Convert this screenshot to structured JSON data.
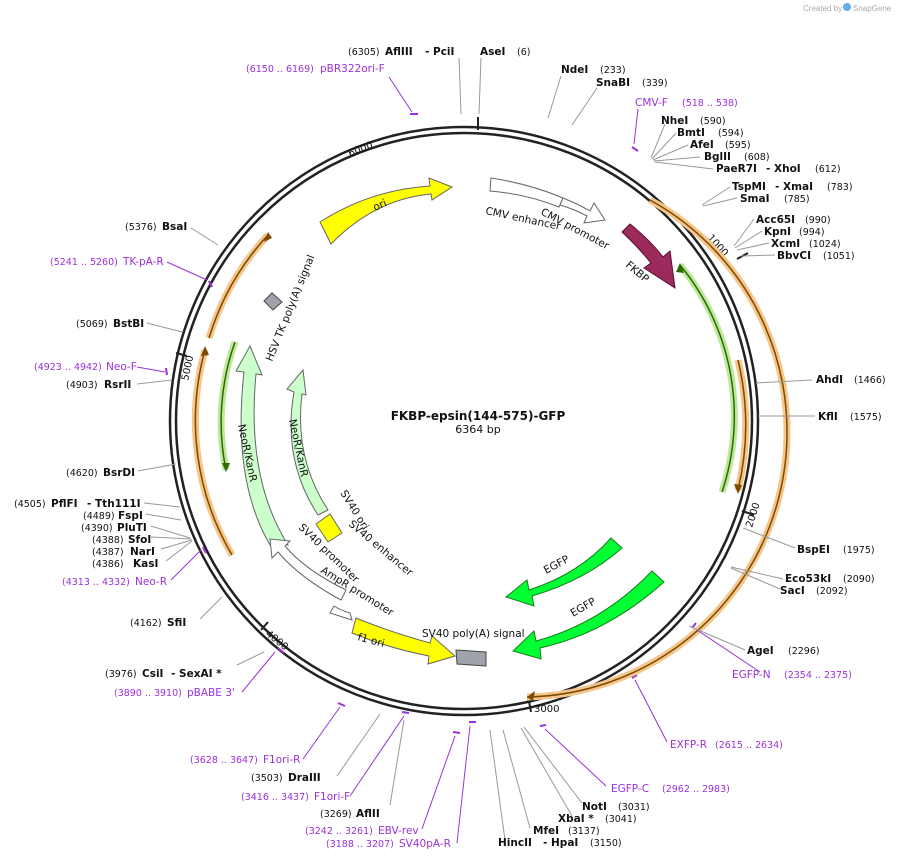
{
  "credit": {
    "prefix": "Created by",
    "brand": "SnapGene"
  },
  "map": {
    "name": "FKBP-epsin(144-575)-GFP",
    "length_label": "6364 bp",
    "total_bp": 6364
  },
  "colors": {
    "primer": "#9b30d9",
    "yellow": "#ffff00",
    "green": "#33ff33",
    "lightgreen": "#ccffcc",
    "maroon": "#9c2a5c",
    "gray": "#a0a4aa",
    "orange": "#f0a030"
  },
  "ticks": [
    "1000",
    "2000",
    "3000",
    "4000",
    "5000",
    "6000"
  ],
  "features": {
    "cmv_enhancer": "CMV enhancer",
    "cmv_promoter": "CMV promoter",
    "fkbp": "FKBP",
    "ori": "ori",
    "hsv": "HSV TK poly(A) signal",
    "neo_outer": "NeoR/KanR",
    "neo_inner": "NeoR/KanR",
    "sv40_ori": "SV40 ori",
    "sv40_enh": "SV40 enhancer",
    "sv40_prom": "SV40 promoter",
    "ampr_prom": "AmpR promoter",
    "f1_ori": "f1 ori",
    "sv40_polya": "SV40 poly(A) signal",
    "egfp_1": "EGFP",
    "egfp_2": "EGFP"
  },
  "sites": {
    "afliii_pos": "(6305)",
    "afliii": "AflIII",
    "pcii": "- PciI",
    "asei": "AseI",
    "asei_pos": "(6)",
    "ndei": "NdeI",
    "ndei_pos": "(233)",
    "snabi": "SnaBI",
    "snabi_pos": "(339)",
    "nhei": "NheI",
    "nhei_pos": "(590)",
    "bmti": "BmtI",
    "bmti_pos": "(594)",
    "afei": "AfeI",
    "afei_pos": "(595)",
    "bglii": "BglII",
    "bglii_pos": "(608)",
    "paer7i": "PaeR7I",
    "xhoi": "- XhoI",
    "paer7i_pos": "(612)",
    "tspmi": "TspMI",
    "xmai": "- XmaI",
    "tspmi_pos": "(783)",
    "smai": "SmaI",
    "smai_pos": "(785)",
    "acc65i": "Acc65I",
    "acc65i_pos": "(990)",
    "kpni": "KpnI",
    "kpni_pos": "(994)",
    "xcmi": "XcmI",
    "xcmi_pos": "(1024)",
    "bbvci": "BbvCI",
    "bbvci_pos": "(1051)",
    "ahdi": "AhdI",
    "ahdi_pos": "(1466)",
    "kfli": "KflI",
    "kfli_pos": "(1575)",
    "bspei": "BspEI",
    "bspei_pos": "(1975)",
    "eco53ki": "Eco53kI",
    "eco53ki_pos": "(2090)",
    "saci": "SacI",
    "saci_pos": "(2092)",
    "agei": "AgeI",
    "agei_pos": "(2296)",
    "noti": "NotI",
    "noti_pos": "(3031)",
    "xbai": "XbaI *",
    "xbai_pos": "(3041)",
    "mfei": "MfeI",
    "mfei_pos": "(3137)",
    "hincii": "HincII",
    "hpai": "- HpaI",
    "hincii_pos": "(3150)",
    "aflii_pos": "(3269)",
    "aflii": "AflII",
    "draiii_pos": "(3503)",
    "draiii": "DraIII",
    "csii_pos": "(3976)",
    "csii": "CsiI",
    "sexai": "- SexAI *",
    "sfii_pos": "(4162)",
    "sfii": "SfiI",
    "kasi_pos": "(4386)",
    "kasi": "KasI",
    "nari_pos": "(4387)",
    "nari": "NarI",
    "sfoi_pos": "(4388)",
    "sfoi": "SfoI",
    "pluti_pos": "(4390)",
    "pluti": "PluTI",
    "fspi_pos": "(4489)",
    "fspi": "FspI",
    "pflfi_pos": "(4505)",
    "pflfi": "PflFI",
    "tth111i": "- Tth111I",
    "bsrdi_pos": "(4620)",
    "bsrdi": "BsrDI",
    "rsrii_pos": "(4903)",
    "rsrii": "RsrII",
    "bstbi_pos": "(5069)",
    "bstbi": "BstBI",
    "bsai_pos": "(5376)",
    "bsai": "BsaI"
  },
  "primers": {
    "pbr_pos": "(6150 .. 6169)",
    "pbr": "pBR322ori-F",
    "cmvf": "CMV-F",
    "cmvf_pos": "(518 .. 538)",
    "tkpar_pos": "(5241 .. 5260)",
    "tkpar": "TK-pA-R",
    "neof_pos": "(4923 .. 4942)",
    "neof": "Neo-F",
    "neor_pos": "(4313 .. 4332)",
    "neor": "Neo-R",
    "pbabe_pos": "(3890 .. 3910)",
    "pbabe": "pBABE 3'",
    "f1orir_pos": "(3628 .. 3647)",
    "f1orir": "F1ori-R",
    "f1orif_pos": "(3416 .. 3437)",
    "f1orif": "F1ori-F",
    "ebv_pos": "(3242 .. 3261)",
    "ebv": "EBV-rev",
    "sv40par_pos": "(3188 .. 3207)",
    "sv40par": "SV40pA-R",
    "egfpn": "EGFP-N",
    "egfpn_pos": "(2354 .. 2375)",
    "exfpr": "EXFP-R",
    "exfpr_pos": "(2615 .. 2634)",
    "egfpc": "EGFP-C",
    "egfpc_pos": "(2962 .. 2983)"
  }
}
